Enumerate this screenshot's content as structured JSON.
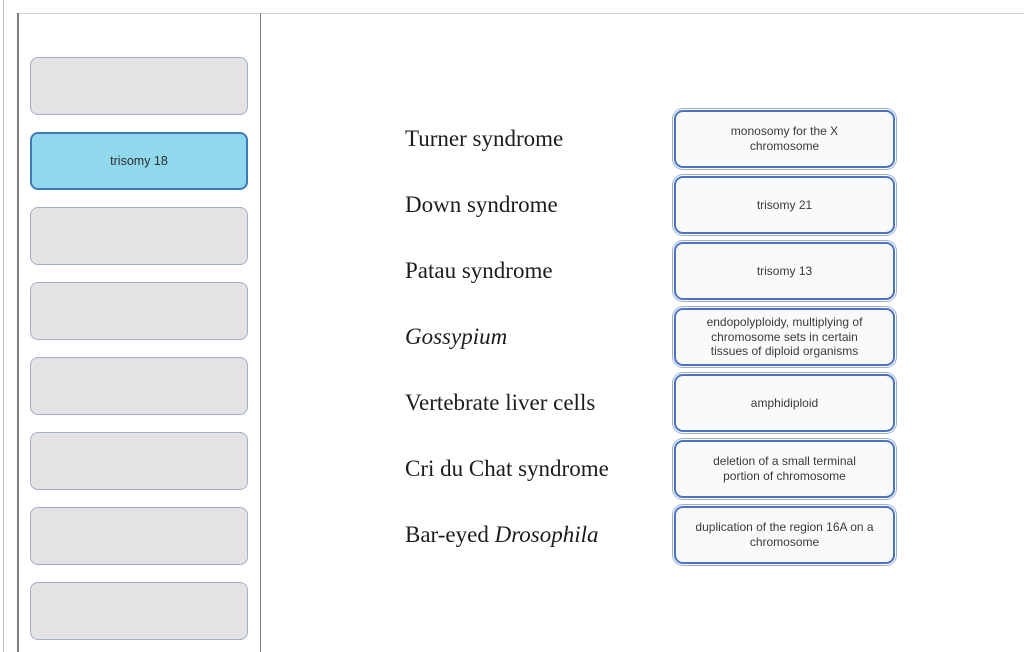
{
  "word_bank": {
    "tiles": [
      {
        "label": "",
        "filled": false
      },
      {
        "label": "trisomy 18",
        "filled": true
      },
      {
        "label": "",
        "filled": false
      },
      {
        "label": "",
        "filled": false
      },
      {
        "label": "",
        "filled": false
      },
      {
        "label": "",
        "filled": false
      },
      {
        "label": "",
        "filled": false
      },
      {
        "label": "",
        "filled": false
      }
    ]
  },
  "matching": {
    "rows": [
      {
        "term": [
          {
            "text": "Turner syndrome",
            "italic": false
          }
        ],
        "answer": "monosomy for the X\nchromosome"
      },
      {
        "term": [
          {
            "text": "Down syndrome",
            "italic": false
          }
        ],
        "answer": "trisomy 21"
      },
      {
        "term": [
          {
            "text": "Patau syndrome",
            "italic": false
          }
        ],
        "answer": "trisomy 13"
      },
      {
        "term": [
          {
            "text": "Gossypium",
            "italic": true
          }
        ],
        "answer": "endopolyploidy, multiplying of\nchromosome sets in certain\ntissues of diploid organisms"
      },
      {
        "term": [
          {
            "text": "Vertebrate liver cells",
            "italic": false
          }
        ],
        "answer": "amphidiploid"
      },
      {
        "term": [
          {
            "text": "Cri du Chat syndrome",
            "italic": false
          }
        ],
        "answer": "deletion of a small terminal\nportion of chromosome"
      },
      {
        "term": [
          {
            "text": "Bar-eyed ",
            "italic": false
          },
          {
            "text": "Drosophila",
            "italic": true
          }
        ],
        "answer": "duplication of the region 16A on a\nchromosome"
      }
    ]
  },
  "colors": {
    "tile_fill": "#e3e3e3",
    "tile_border": "#a3aecb",
    "tile_filled_fill": "#90d8eb",
    "tile_filled_border": "#3d7ab8",
    "tile_text": "#2e2e2e",
    "drop_fill": "#fafafa",
    "drop_border": "#4a74c0",
    "drop_outer_ring": "#9db1d6",
    "drop_text": "#3a3a3a",
    "term_text": "#1c1c1c",
    "frame_dark_line": "#7d7d7d",
    "frame_light_line": "#d6d6d6",
    "page_edge_line": "#bdbdbd",
    "page_bg": "#ffffff"
  }
}
